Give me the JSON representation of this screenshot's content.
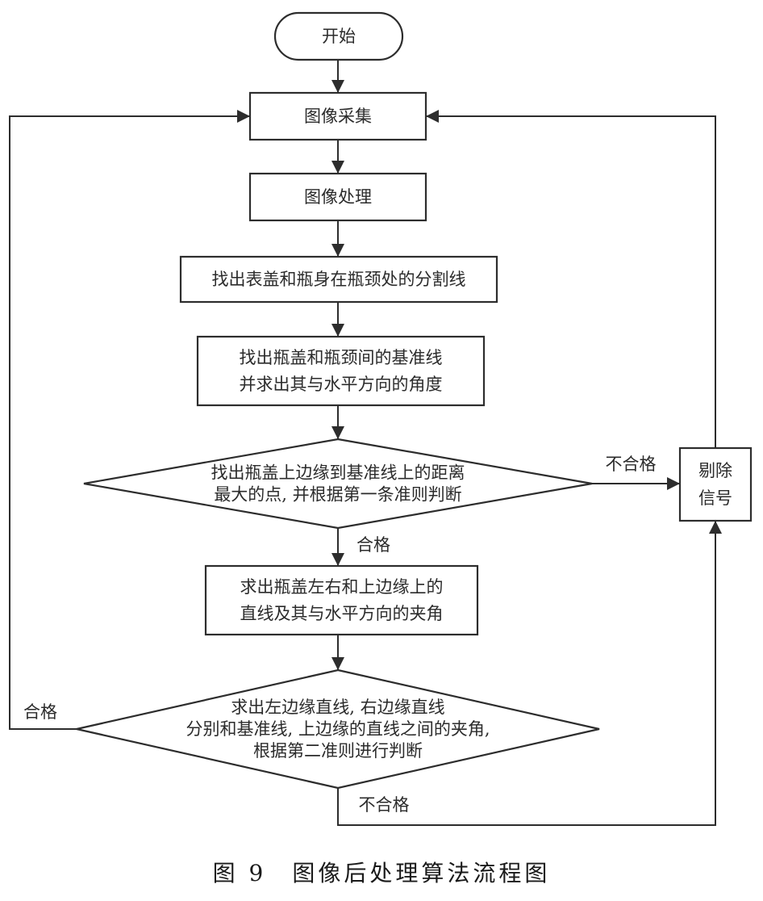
{
  "diagram": {
    "type": "flowchart",
    "nodes": {
      "start": {
        "shape": "terminal",
        "lines": [
          "开始"
        ]
      },
      "capture": {
        "shape": "process",
        "lines": [
          "图像采集"
        ]
      },
      "processing": {
        "shape": "process",
        "lines": [
          "图像处理"
        ]
      },
      "split_line": {
        "shape": "process",
        "lines": [
          "找出表盖和瓶身在瓶颈处的分割线"
        ]
      },
      "baseline": {
        "shape": "process",
        "lines": [
          "找出瓶盖和瓶颈间的基准线",
          "并求出其与水平方向的角度"
        ]
      },
      "decision1": {
        "shape": "decision",
        "lines": [
          "找出瓶盖上边缘到基准线上的距离",
          "最大的点, 并根据第一条准则判断"
        ]
      },
      "edges_angle": {
        "shape": "process",
        "lines": [
          "求出瓶盖左右和上边缘上的",
          "直线及其与水平方向的夹角"
        ]
      },
      "decision2": {
        "shape": "decision",
        "lines": [
          "求出左边缘直线, 右边缘直线",
          "分别和基准线, 上边缘的直线之间的夹角,",
          "根据第二准则进行判断"
        ]
      },
      "reject": {
        "shape": "process",
        "lines": [
          "剔除",
          "信号"
        ]
      }
    },
    "edges": [
      {
        "from": "start",
        "to": "capture",
        "label": ""
      },
      {
        "from": "capture",
        "to": "processing",
        "label": ""
      },
      {
        "from": "processing",
        "to": "split_line",
        "label": ""
      },
      {
        "from": "split_line",
        "to": "baseline",
        "label": ""
      },
      {
        "from": "baseline",
        "to": "decision1",
        "label": ""
      },
      {
        "from": "decision1",
        "to": "edges_angle",
        "label": "合格"
      },
      {
        "from": "decision1",
        "to": "reject",
        "label": "不合格"
      },
      {
        "from": "edges_angle",
        "to": "decision2",
        "label": ""
      },
      {
        "from": "decision2",
        "to": "capture",
        "label": "合格"
      },
      {
        "from": "decision2",
        "to": "reject",
        "label": "不合格"
      },
      {
        "from": "reject",
        "to": "capture",
        "label": ""
      }
    ],
    "caption": "图 9　图像后处理算法流程图"
  }
}
